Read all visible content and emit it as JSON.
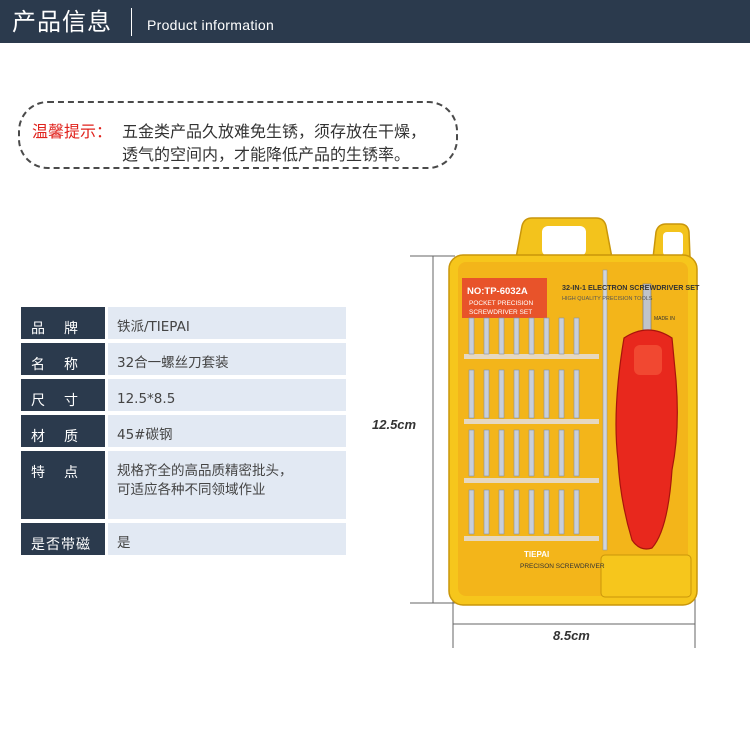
{
  "header": {
    "title": "产品信息",
    "subtitle": "Product information"
  },
  "notice": {
    "label": "温馨提示：",
    "line1": "五金类产品久放难免生锈，须存放在干燥，",
    "line2": "透气的空间内，才能降低产品的生锈率。"
  },
  "specs": [
    {
      "key": "品牌",
      "value": "铁派/TIEPAI"
    },
    {
      "key": "名称",
      "value": "32合一螺丝刀套装"
    },
    {
      "key": "尺寸",
      "value": "12.5*8.5"
    },
    {
      "key": "材质",
      "value": "45#碳钢"
    },
    {
      "key": "特点",
      "value": "规格齐全的高品质精密批头，",
      "value2": "可适应各种不同领域作业"
    },
    {
      "key": "是否带磁",
      "value": "是"
    }
  ],
  "product": {
    "model": "NO:TP-6032A",
    "label_line1": "POCKET PRECISION",
    "label_line2": "SCREWDRIVER SET",
    "set_name": "32-IN-1 ELECTRON SCREWDRIVER SET",
    "quality": "HIGH QUALITY PRECISION TOOLS",
    "brand": "TIEPAI",
    "brand_sub": "PRECISON SCREWDRIVER",
    "made_in": "MADE IN",
    "height_label": "12.5cm",
    "width_label": "8.5cm"
  },
  "colors": {
    "header_bg": "#2b3a4d",
    "key_bg": "#2b3a4d",
    "value_bg": "#e2e9f3",
    "notice_red": "#e0221c",
    "case_yellow": "#f6c61c",
    "handle_red": "#e8281d"
  }
}
